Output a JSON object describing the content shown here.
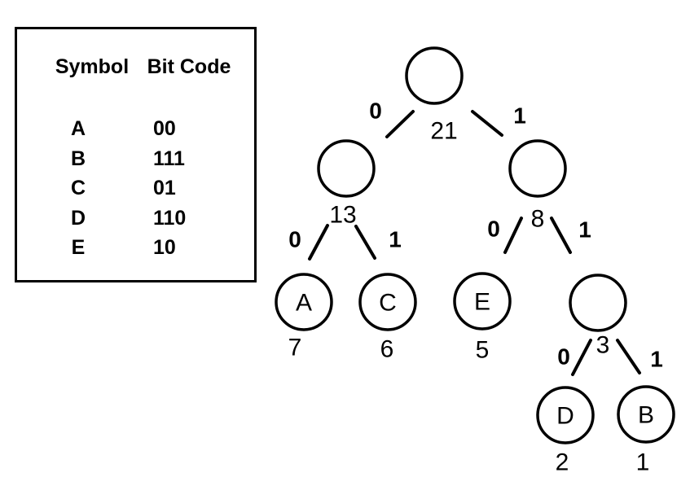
{
  "colors": {
    "ink": "#000000",
    "background": "#ffffff"
  },
  "table": {
    "headers": [
      "Symbol",
      "Bit Code"
    ],
    "rows": [
      {
        "symbol": "A",
        "code": "00"
      },
      {
        "symbol": "B",
        "code": "111"
      },
      {
        "symbol": "C",
        "code": "01"
      },
      {
        "symbol": "D",
        "code": "110"
      },
      {
        "symbol": "E",
        "code": "10"
      }
    ]
  },
  "tree": {
    "nodes": [
      {
        "id": "root",
        "label": "",
        "value": "21"
      },
      {
        "id": "n13",
        "label": "",
        "value": "13"
      },
      {
        "id": "n8",
        "label": "",
        "value": "8"
      },
      {
        "id": "A",
        "label": "A",
        "value": "7"
      },
      {
        "id": "C",
        "label": "C",
        "value": "6"
      },
      {
        "id": "E",
        "label": "E",
        "value": "5"
      },
      {
        "id": "n3",
        "label": "",
        "value": "3"
      },
      {
        "id": "D",
        "label": "D",
        "value": "2"
      },
      {
        "id": "B",
        "label": "B",
        "value": "1"
      }
    ],
    "edges": [
      {
        "from": "root",
        "to": "n13",
        "bit": "0"
      },
      {
        "from": "root",
        "to": "n8",
        "bit": "1"
      },
      {
        "from": "n13",
        "to": "A",
        "bit": "0"
      },
      {
        "from": "n13",
        "to": "C",
        "bit": "1"
      },
      {
        "from": "n8",
        "to": "E",
        "bit": "0"
      },
      {
        "from": "n8",
        "to": "n3",
        "bit": "1"
      },
      {
        "from": "n3",
        "to": "D",
        "bit": "0"
      },
      {
        "from": "n3",
        "to": "B",
        "bit": "1"
      }
    ]
  }
}
